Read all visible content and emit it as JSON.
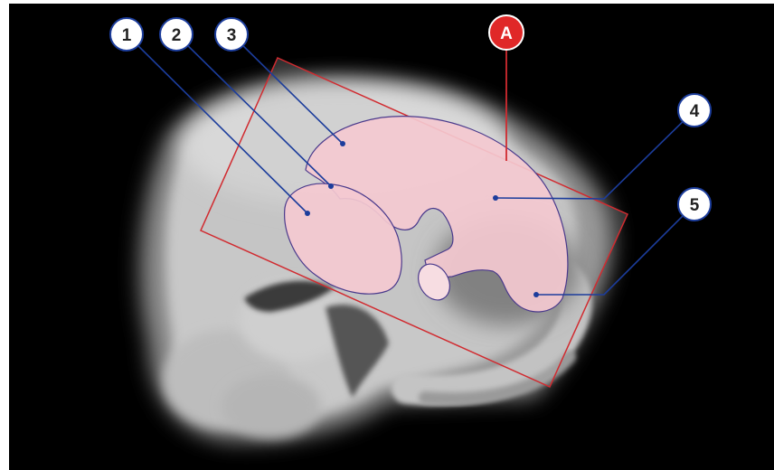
{
  "markers": {
    "m1": "1",
    "m2": "2",
    "m3": "3",
    "m4": "4",
    "m5": "5",
    "mA": "A"
  },
  "colors": {
    "background": "#000000",
    "label_line": "#1c3d9c",
    "region_frame": "#d12b30",
    "region_fill": "#f4c9d0",
    "region_outline": "#4a3a8c",
    "badge_A": "#e02828"
  }
}
